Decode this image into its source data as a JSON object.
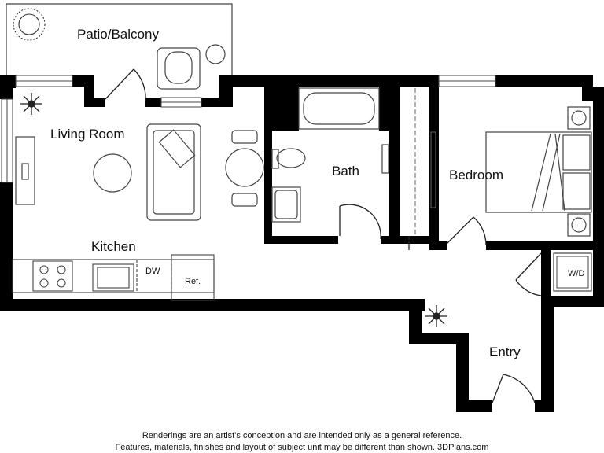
{
  "rooms": {
    "patio": "Patio/Balcony",
    "living": "Living Room",
    "kitchen": "Kitchen",
    "bath": "Bath",
    "bedroom": "Bedroom",
    "entry": "Entry"
  },
  "appliances": {
    "dishwasher": "DW",
    "refrigerator": "Ref.",
    "washer_dryer": "W/D"
  },
  "disclaimer": {
    "line1": "Renderings are an artist's conception and are intended only as a general reference.",
    "line2": "Features, materials, finishes and layout of subject unit may be different than shown. 3DPlans.com"
  },
  "icons": [
    "plant-icon",
    "sun-icon"
  ],
  "colors": {
    "wall": "#000000",
    "fixture": "#555555",
    "background": "#ffffff"
  }
}
